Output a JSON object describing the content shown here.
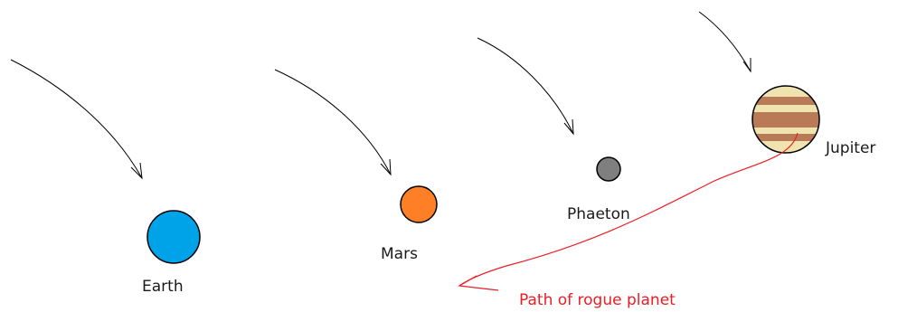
{
  "labels": {
    "earth": "Earth",
    "mars": "Mars",
    "phaeton": "Phaeton",
    "jupiter": "Jupiter",
    "rogue_path": "Path of rogue planet"
  },
  "colors": {
    "earth": "#00a2e8",
    "mars": "#ff7f27",
    "phaeton": "#7f7f7f",
    "jupiter_light": "#efe4b0",
    "jupiter_band": "#b97a57",
    "rogue_path": "#ed1c24",
    "label_text": "#1a1a1a",
    "orbit_arrow": "#000000"
  },
  "icons": {
    "earth": "blue-circle",
    "mars": "orange-circle",
    "phaeton": "gray-circle",
    "jupiter": "banded-circle"
  }
}
